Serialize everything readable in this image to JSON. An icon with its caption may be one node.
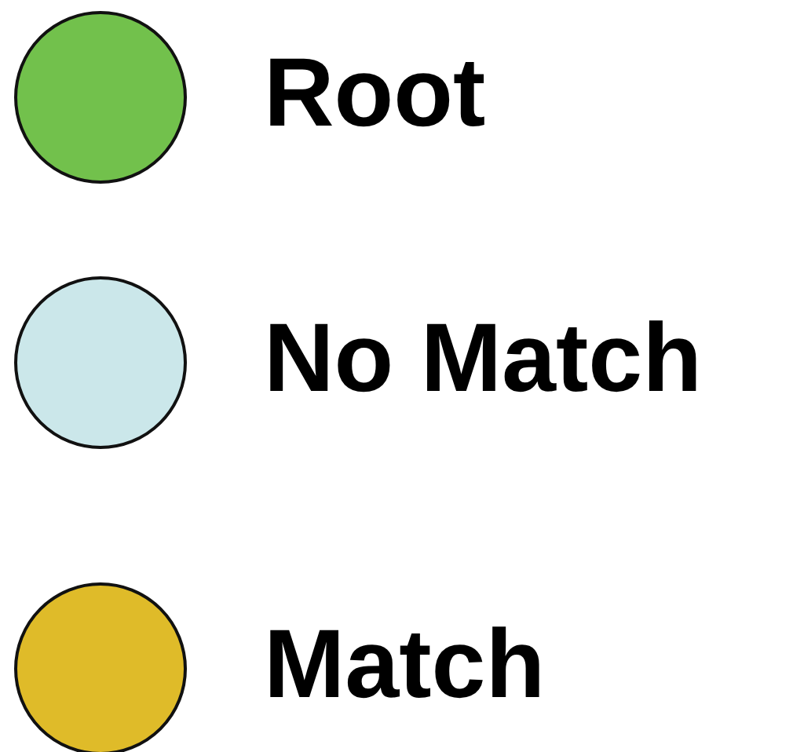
{
  "diagram": {
    "legend": [
      {
        "text": "Root",
        "color": "#72c14c"
      },
      {
        "text": "No Match",
        "color": "#cbe7ea"
      },
      {
        "text": "Match",
        "color": "#dfbb29"
      }
    ]
  }
}
